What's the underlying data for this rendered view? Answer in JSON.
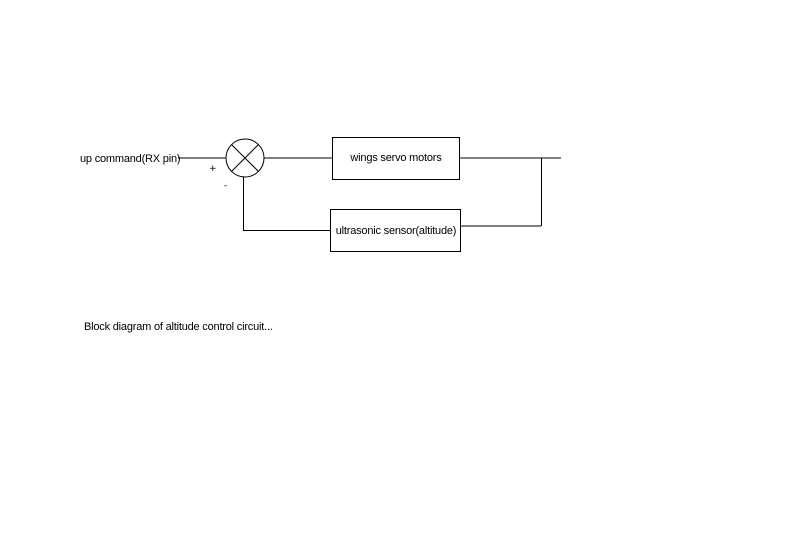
{
  "diagram": {
    "input_label": "up command(RX pin)",
    "plus_sign": "+",
    "minus_sign": "-",
    "forward_block": "wings servo motors",
    "feedback_block": "ultrasonic sensor(altitude)",
    "caption": "Block diagram of altitude control circuit..."
  },
  "colors": {
    "line": "#000000",
    "background": "#ffffff"
  },
  "icons": {
    "summing_junction": "circle-with-x-icon"
  }
}
